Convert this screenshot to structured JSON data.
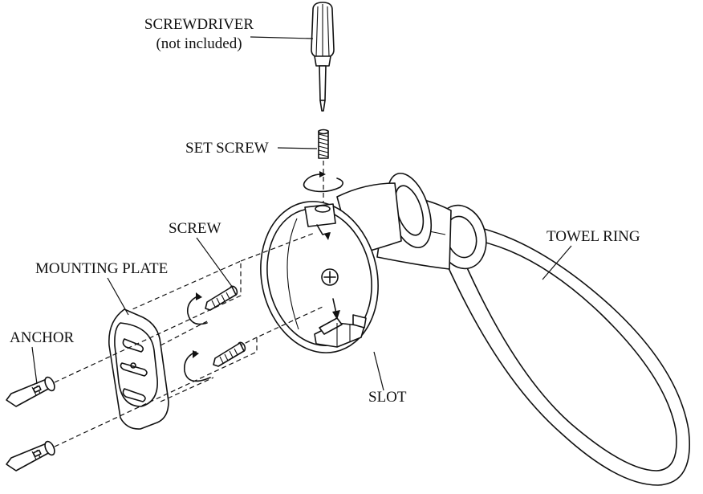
{
  "labels": {
    "screwdriver": "SCREWDRIVER",
    "screwdriver_note": "(not included)",
    "set_screw": "SET SCREW",
    "screw": "SCREW",
    "mounting_plate": "MOUNTING PLATE",
    "anchor": "ANCHOR",
    "slot": "SLOT",
    "towel_ring": "TOWEL RING"
  }
}
